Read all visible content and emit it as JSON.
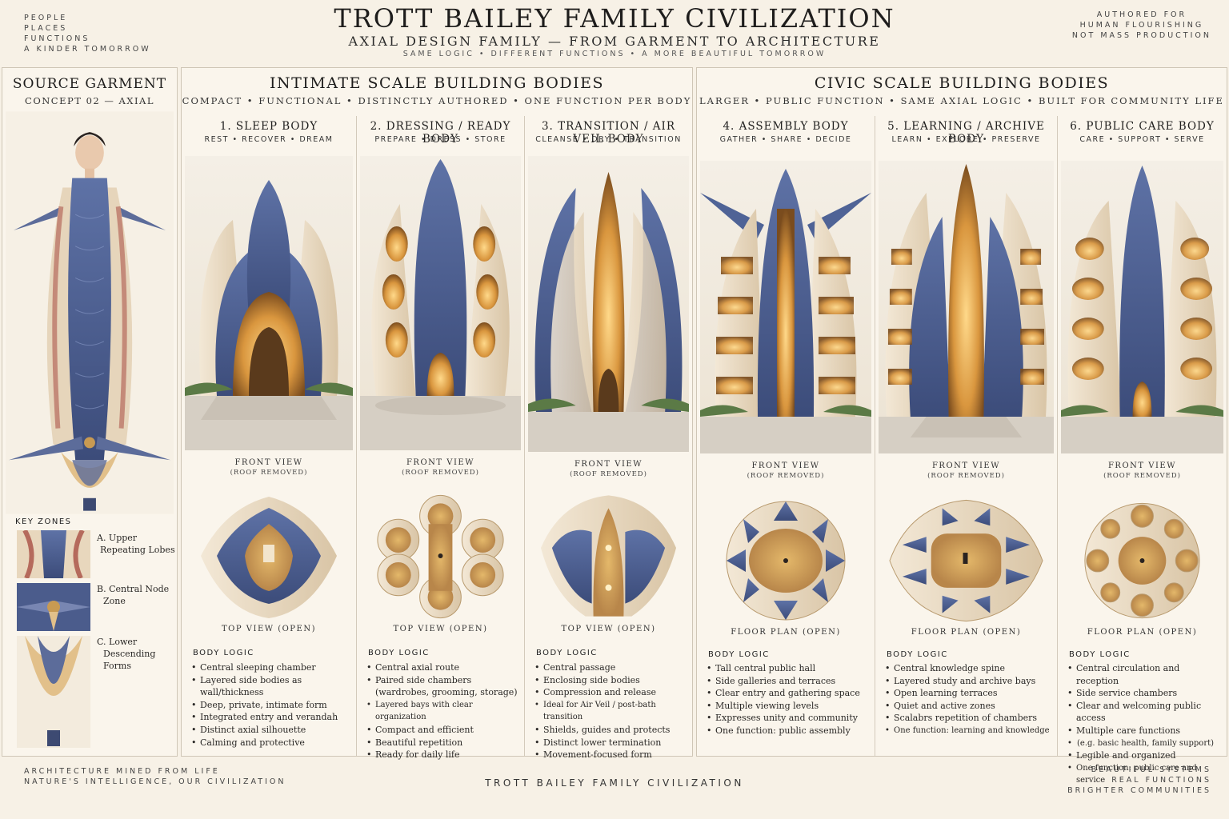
{
  "header": {
    "corner_left": [
      "PEOPLE",
      "PLACES",
      "FUNCTIONS",
      "A KINDER TOMORROW"
    ],
    "corner_right": [
      "AUTHORED FOR",
      "HUMAN FLOURISHING",
      "NOT MASS PRODUCTION"
    ],
    "title": "TROTT BAILEY FAMILY CIVILIZATION",
    "subtitle": "AXIAL DESIGN FAMILY — FROM GARMENT TO ARCHITECTURE",
    "tagline": "SAME LOGIC • DIFFERENT FUNCTIONS • A MORE BEAUTIFUL TOMORROW"
  },
  "garment": {
    "title": "SOURCE GARMENT",
    "subtitle": "CONCEPT 02 — AXIAL",
    "key_zones_title": "KEY ZONES",
    "zones": [
      {
        "label": "A. Upper",
        "label2": "Repeating Lobes"
      },
      {
        "label": "B. Central Node",
        "label2": "Zone"
      },
      {
        "label": "C. Lower",
        "label2": "Descending",
        "label3": "Forms"
      }
    ]
  },
  "intimate": {
    "title": "INTIMATE SCALE BUILDING BODIES",
    "subtitle": "COMPACT • FUNCTIONAL • DISTINCTLY AUTHORED • ONE FUNCTION PER BODY",
    "bodies": [
      {
        "title": "1. SLEEP BODY",
        "sub": "REST • RECOVER • DREAM",
        "front_label": "FRONT VIEW",
        "front_sub": "(ROOF REMOVED)",
        "top_label": "TOP VIEW (OPEN)",
        "logic_title": "BODY LOGIC",
        "logic": [
          "Central sleeping chamber",
          "Layered side bodies as wall/thickness",
          "Deep, private, intimate form",
          "Integrated entry and verandah",
          "Distinct axial silhouette",
          "Calming and protective"
        ]
      },
      {
        "title": "2. DRESSING / READY BODY",
        "sub": "PREPARE • DRESS • STORE",
        "front_label": "FRONT VIEW",
        "front_sub": "(ROOF REMOVED)",
        "top_label": "TOP VIEW (OPEN)",
        "logic_title": "BODY LOGIC",
        "logic": [
          "Central axial route",
          "Paired side chambers",
          "(wardrobes, grooming, storage)",
          "Layered bays with clear organization",
          "Compact and efficient",
          "Beautiful repetition",
          "Ready for daily life"
        ]
      },
      {
        "title": "3. TRANSITION / AIR VEIL BODY",
        "sub": "CLEANSE • DRY • TRANSITION",
        "front_label": "FRONT VIEW",
        "front_sub": "(ROOF REMOVED)",
        "top_label": "TOP VIEW (OPEN)",
        "logic_title": "BODY LOGIC",
        "logic": [
          "Central passage",
          "Enclosing side bodies",
          "Compression and release",
          "Ideal for Air Veil / post-bath transition",
          "Shields, guides and protects",
          "Distinct lower termination",
          "Movement-focused form"
        ]
      }
    ]
  },
  "civic": {
    "title": "CIVIC SCALE BUILDING BODIES",
    "subtitle": "LARGER • PUBLIC FUNCTION • SAME AXIAL LOGIC • BUILT FOR COMMUNITY LIFE",
    "bodies": [
      {
        "title": "4. ASSEMBLY BODY",
        "sub": "GATHER • SHARE • DECIDE",
        "front_label": "FRONT VIEW",
        "front_sub": "(ROOF REMOVED)",
        "top_label": "FLOOR PLAN (OPEN)",
        "logic_title": "BODY LOGIC",
        "logic": [
          "Tall central public hall",
          "Side galleries and terraces",
          "Clear entry and gathering space",
          "Multiple viewing levels",
          "Expresses unity and community",
          "One function: public assembly"
        ]
      },
      {
        "title": "5. LEARNING / ARCHIVE BODY",
        "sub": "LEARN • EXPLORE • PRESERVE",
        "front_label": "FRONT VIEW",
        "front_sub": "(ROOF REMOVED)",
        "top_label": "FLOOR PLAN (OPEN)",
        "logic_title": "BODY LOGIC",
        "logic": [
          "Central knowledge spine",
          "Layered study and archive bays",
          "Open learning terraces",
          "Quiet and active zones",
          "Scalabrs repetition of chambers",
          "One function: learning and knowledge"
        ]
      },
      {
        "title": "6. PUBLIC CARE BODY",
        "sub": "CARE • SUPPORT • SERVE",
        "front_label": "FRONT VIEW",
        "front_sub": "(ROOF REMOVED)",
        "top_label": "FLOOR PLAN (OPEN)",
        "logic_title": "BODY LOGIC",
        "logic": [
          "Central circulation and reception",
          "Side service chambers",
          "Clear and welcoming public access",
          "Multiple care functions",
          "(e.g. basic health, family support)",
          "Legible and organized",
          "One function: public care and service"
        ]
      }
    ]
  },
  "footer": {
    "left": [
      "ARCHITECTURE MINED FROM LIFE",
      "NATURE'S INTELLIGENCE, OUR CIVILIZATION"
    ],
    "center": "TROTT BAILEY FAMILY CIVILIZATION",
    "right": [
      "BEAUTIFUL SYSTEMS",
      "REAL FUNCTIONS",
      "BRIGHTER COMMUNITIES"
    ]
  },
  "colors": {
    "background": "#f7f1e6",
    "indigo": "#4f6396",
    "cream": "#e9dcc6",
    "gold": "#c89a52",
    "warm_light": "#f2c26a"
  }
}
